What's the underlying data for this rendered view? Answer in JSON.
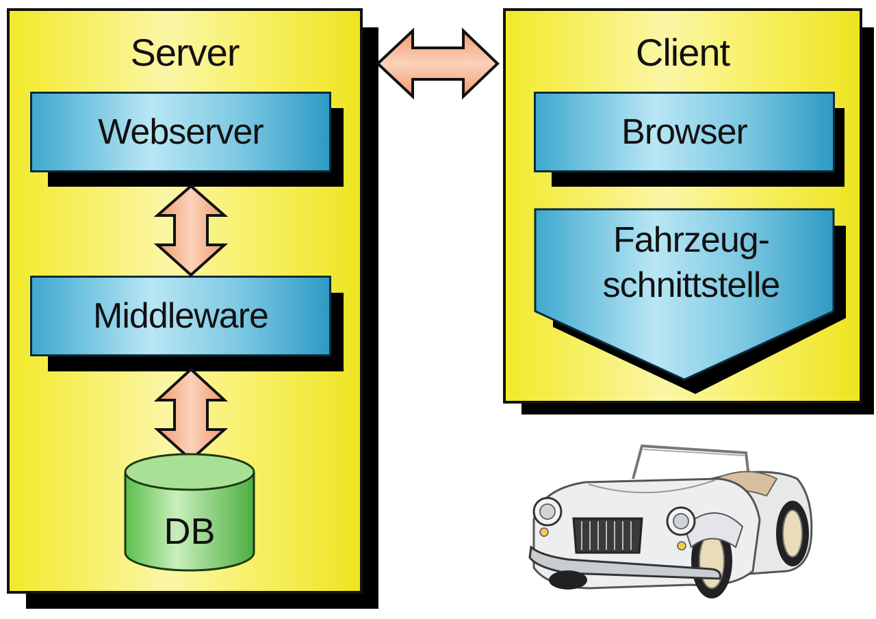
{
  "server": {
    "title": "Server",
    "components": {
      "webserver": "Webserver",
      "middleware": "Middleware",
      "database": "DB"
    }
  },
  "client": {
    "title": "Client",
    "components": {
      "browser": "Browser",
      "vehicle_interface_line1": "Fahrzeug-",
      "vehicle_interface_line2": "schnittstelle"
    }
  },
  "colors": {
    "panel": "#f2ea2a",
    "component": "#3ea9cf",
    "database": "#7fcf6a",
    "arrow": "#f4a77c",
    "shadow": "#000000"
  },
  "icons": {
    "connection_arrow": "double-arrow-icon",
    "vehicle": "convertible-car-icon",
    "database": "cylinder-database-icon"
  }
}
